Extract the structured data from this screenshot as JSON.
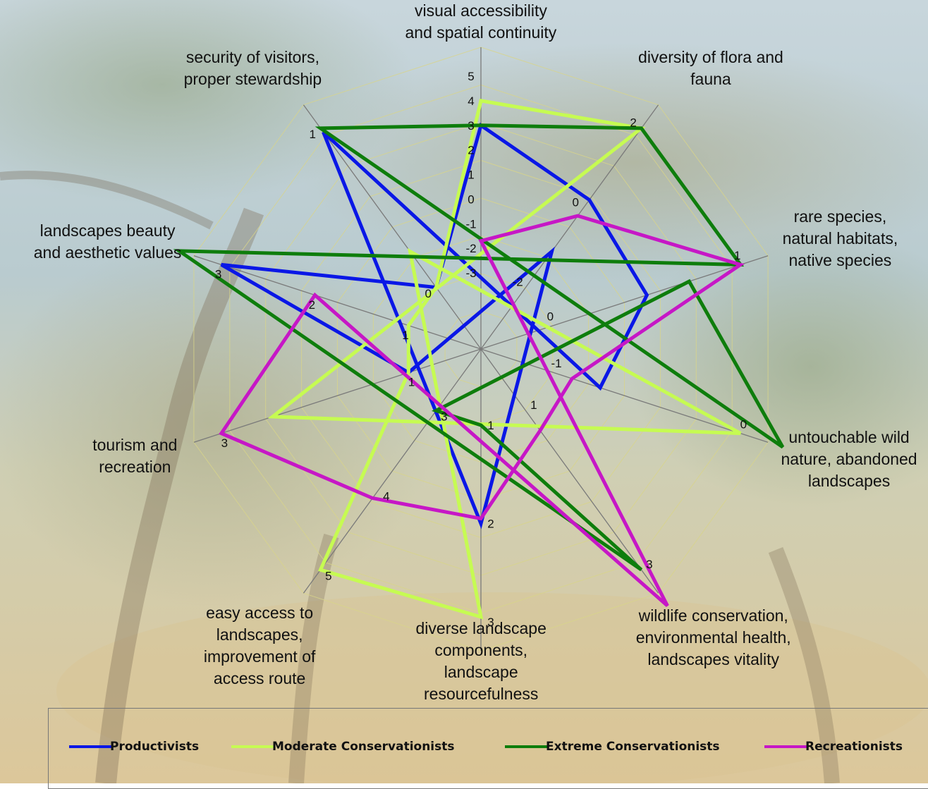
{
  "chart_data": {
    "type": "radar",
    "axes": [
      "visual accessibility and spatial continuity",
      "diversity of flora and fauna",
      "rare species, natural habitats, native species",
      "untouchable wild nature, abandoned landscapes",
      "wildlife conservation, environmental health, landscapes vitality",
      "diverse landscape components, landscape resourcefulness",
      "easy access to landscapes, improvement of access route",
      "tourism and recreation",
      "landscapes beauty and aesthetic values",
      "security of visitors, proper stewardship"
    ],
    "axis_label_lines": [
      [
        "visual accessibility",
        "and spatial continuity"
      ],
      [
        "diversity of flora and",
        "fauna"
      ],
      [
        "rare species,",
        "natural habitats,",
        "native species"
      ],
      [
        "untouchable wild",
        "nature, abandoned",
        "landscapes"
      ],
      [
        "wildlife conservation,",
        "environmental health,",
        "landscapes vitality"
      ],
      [
        "diverse landscape",
        "components,",
        "landscape",
        "resourcefulness"
      ],
      [
        "easy access to",
        "landscapes,",
        "improvement of",
        "access route"
      ],
      [
        "tourism and",
        "recreation"
      ],
      [
        "landscapes beauty",
        "and aesthetic values"
      ],
      [
        "security of visitors,",
        "proper stewardship"
      ]
    ],
    "axis_ranges": [
      [
        -3,
        5
      ],
      [
        -2,
        2
      ],
      [
        0,
        1
      ],
      [
        -1,
        0
      ],
      [
        1,
        3
      ],
      [
        1,
        3
      ],
      [
        3,
        5
      ],
      [
        1,
        3
      ],
      [
        1,
        3
      ],
      [
        0,
        1
      ]
    ],
    "tick_labels": [
      [
        "-3",
        "-2",
        "-1",
        "0",
        "1",
        "2",
        "3",
        "4",
        "5"
      ],
      [
        "-2",
        "0",
        "2"
      ],
      [
        "0",
        "1"
      ],
      [
        "-1",
        "0"
      ],
      [
        "1",
        "3"
      ],
      [
        "1",
        "2",
        "3"
      ],
      [
        "3",
        "4",
        "5"
      ],
      [
        "1",
        "3"
      ],
      [
        "1",
        "2",
        "3"
      ],
      [
        "0",
        "1"
      ]
    ],
    "series": [
      {
        "name": "Productivists",
        "color": "#0a17e6",
        "values": [
          3,
          0.2,
          0.5,
          -0.75,
          -2.5,
          2,
          1,
          1,
          3,
          0
        ]
      },
      {
        "name": "Moderate Conservationists",
        "color": "#c6fb52",
        "values": [
          4,
          2,
          -1.5,
          0,
          -1,
          2.95,
          5,
          1,
          1,
          0
        ]
      },
      {
        "name": "Extreme Conservationists",
        "color": "#0e7d0c",
        "values": [
          3,
          2,
          1,
          -3,
          3,
          1,
          3,
          -2,
          -3,
          1
        ]
      },
      {
        "name": "Recreationists",
        "color": "#c617c6",
        "values": [
          -1.7,
          -0.2,
          1,
          -0.9,
          1.25,
          1.95,
          4.1,
          3,
          2,
          -2
        ]
      }
    ],
    "legend_position": "bottom",
    "grid": true
  }
}
